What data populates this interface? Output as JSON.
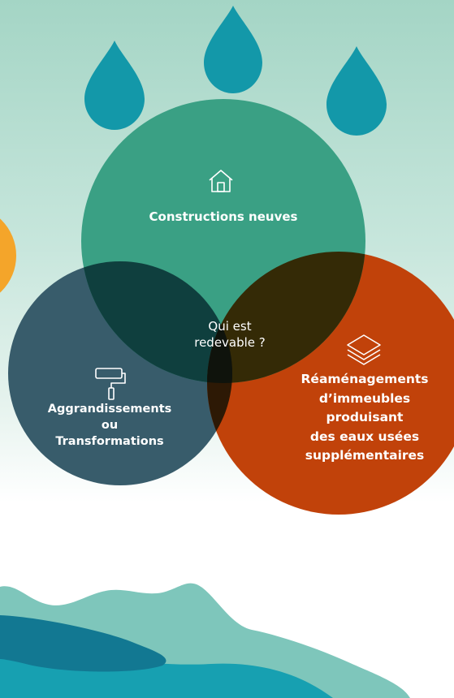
{
  "center_label_lines": [
    "Qui est",
    "redevable ?"
  ],
  "circles": [
    {
      "id": "top",
      "label_lines": [
        "Constructions neuves"
      ],
      "icon": "house-icon",
      "color": "#3aa084"
    },
    {
      "id": "left",
      "label_lines": [
        "Aggrandissements",
        "ou",
        "Transformations"
      ],
      "icon": "paint-roller-icon",
      "color": "#385c6b"
    },
    {
      "id": "right",
      "label_lines": [
        "Réaménagements",
        "d’immeubles",
        "produisant",
        "des eaux usées",
        "supplémentaires"
      ],
      "icon": "layers-icon",
      "color": "#c1420a"
    }
  ],
  "colors": {
    "drop": "#1398a9",
    "overlap_top_left": "#0f3f3e",
    "overlap_top_right": "#342a06",
    "overlap_left_right": "#2d1905",
    "overlap_center": "#0f130c",
    "side_circle": "#f4a52a",
    "hill_light": "#7ec6bb",
    "water_mid": "#17a0b1",
    "water_dark": "#127892"
  }
}
